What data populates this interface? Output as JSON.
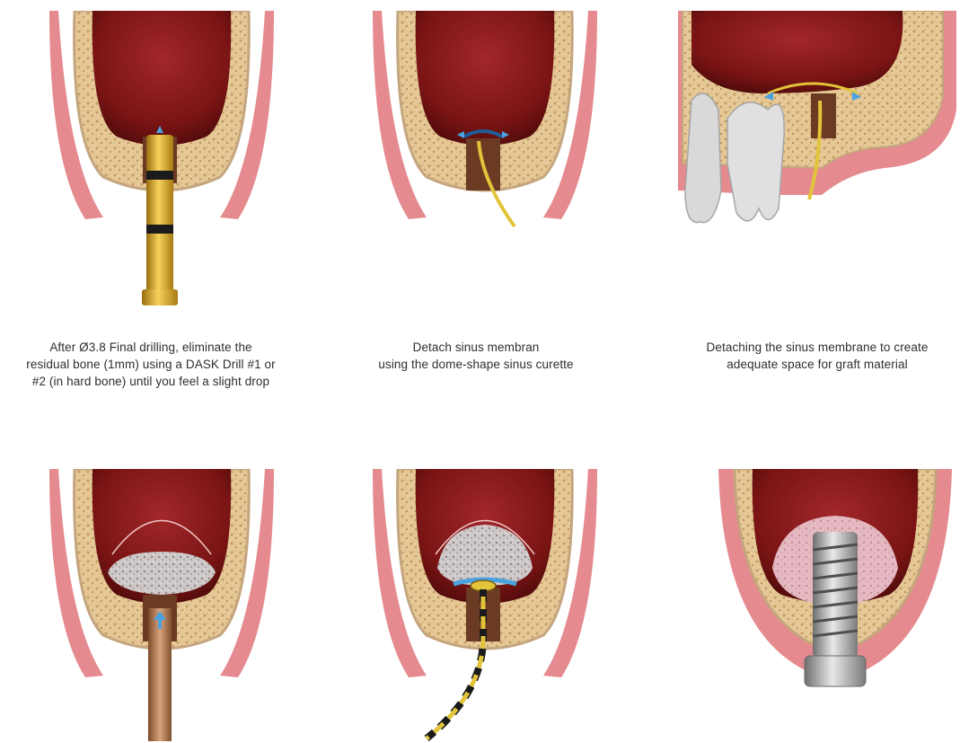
{
  "steps": [
    {
      "caption": "After Ø3.8 Final drilling, eliminate the\nresidual bone (1mm) using a DASK Drill #1 or\n#2 (in hard bone) until you feel a slight drop",
      "illustration": "dask-drill-in-osteotomy"
    },
    {
      "caption": "Detach sinus membran\nusing the dome-shape sinus curette",
      "illustration": "dome-curette-detaching-membrane"
    },
    {
      "caption": "Detaching the sinus membrane to create\nadequate space for graft material",
      "illustration": "curette-lateral-view-with-teeth"
    },
    {
      "caption": "",
      "illustration": "bone-graft-insertion-via-carrier"
    },
    {
      "caption": "",
      "illustration": "graft-spreading-with-curette"
    },
    {
      "caption": "",
      "illustration": "implant-placement"
    }
  ],
  "colors": {
    "gum": "#e58a8f",
    "bone": "#e2c492",
    "sinus": "#7d1414",
    "cortex": "#c4a57e",
    "drill_gold": "#d8a72a",
    "graft": "#c9c2c2",
    "membrane_arrow": "#4aa3e0"
  }
}
